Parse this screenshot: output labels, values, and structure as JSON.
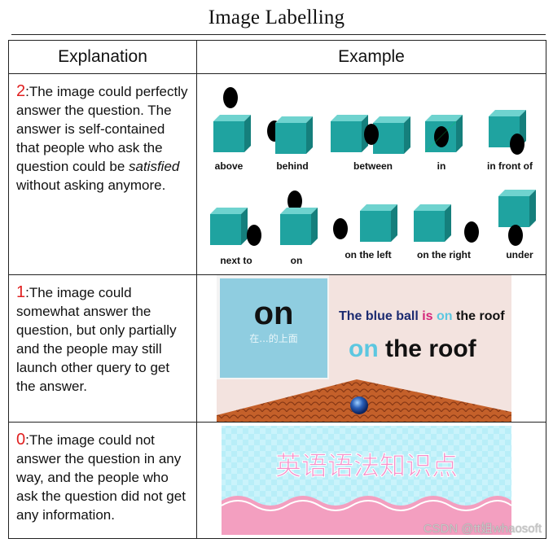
{
  "title": "Image Labelling",
  "headers": {
    "explanation": "Explanation",
    "example": "Example"
  },
  "rows": [
    {
      "score": "2",
      "text_a": ":The image could perfectly answer the question. The answer is self-contained that people who ask the question could be ",
      "emph": "satisfied",
      "text_b": " without asking anymore."
    },
    {
      "score": "1",
      "text_a": ":The image could somewhat answer the question, but only partially and the people may still launch other query to get the answer.",
      "emph": "",
      "text_b": ""
    },
    {
      "score": "0",
      "text_a": ":The image could not answer the question in any way, and the people who ask the question did not get any information.",
      "emph": "",
      "text_b": ""
    }
  ],
  "prepositions": {
    "row1": [
      "above",
      "behind",
      "between",
      "in",
      "in front of"
    ],
    "row2": [
      "next to",
      "on",
      "on the left",
      "on the right",
      "under"
    ]
  },
  "roof_image": {
    "big_word": "on",
    "chinese_caption": "在...的上面",
    "sentence_a": "The blue ball ",
    "sentence_is": "is",
    "sentence_on": " on",
    "sentence_b": " the roof",
    "big_on": "on",
    "big_rest": " the roof"
  },
  "banner_image": {
    "text": "英语语法知识点"
  },
  "watermark": "CSDN @tt姐whaosoft",
  "colors": {
    "cube": "#1fa3a0",
    "score": "#e02020",
    "ball_blue": "#2a5fb8",
    "on_cyan": "#5cc7e0",
    "banner_pink": "#f58fc9",
    "banner_bg": "#b8eef8"
  }
}
